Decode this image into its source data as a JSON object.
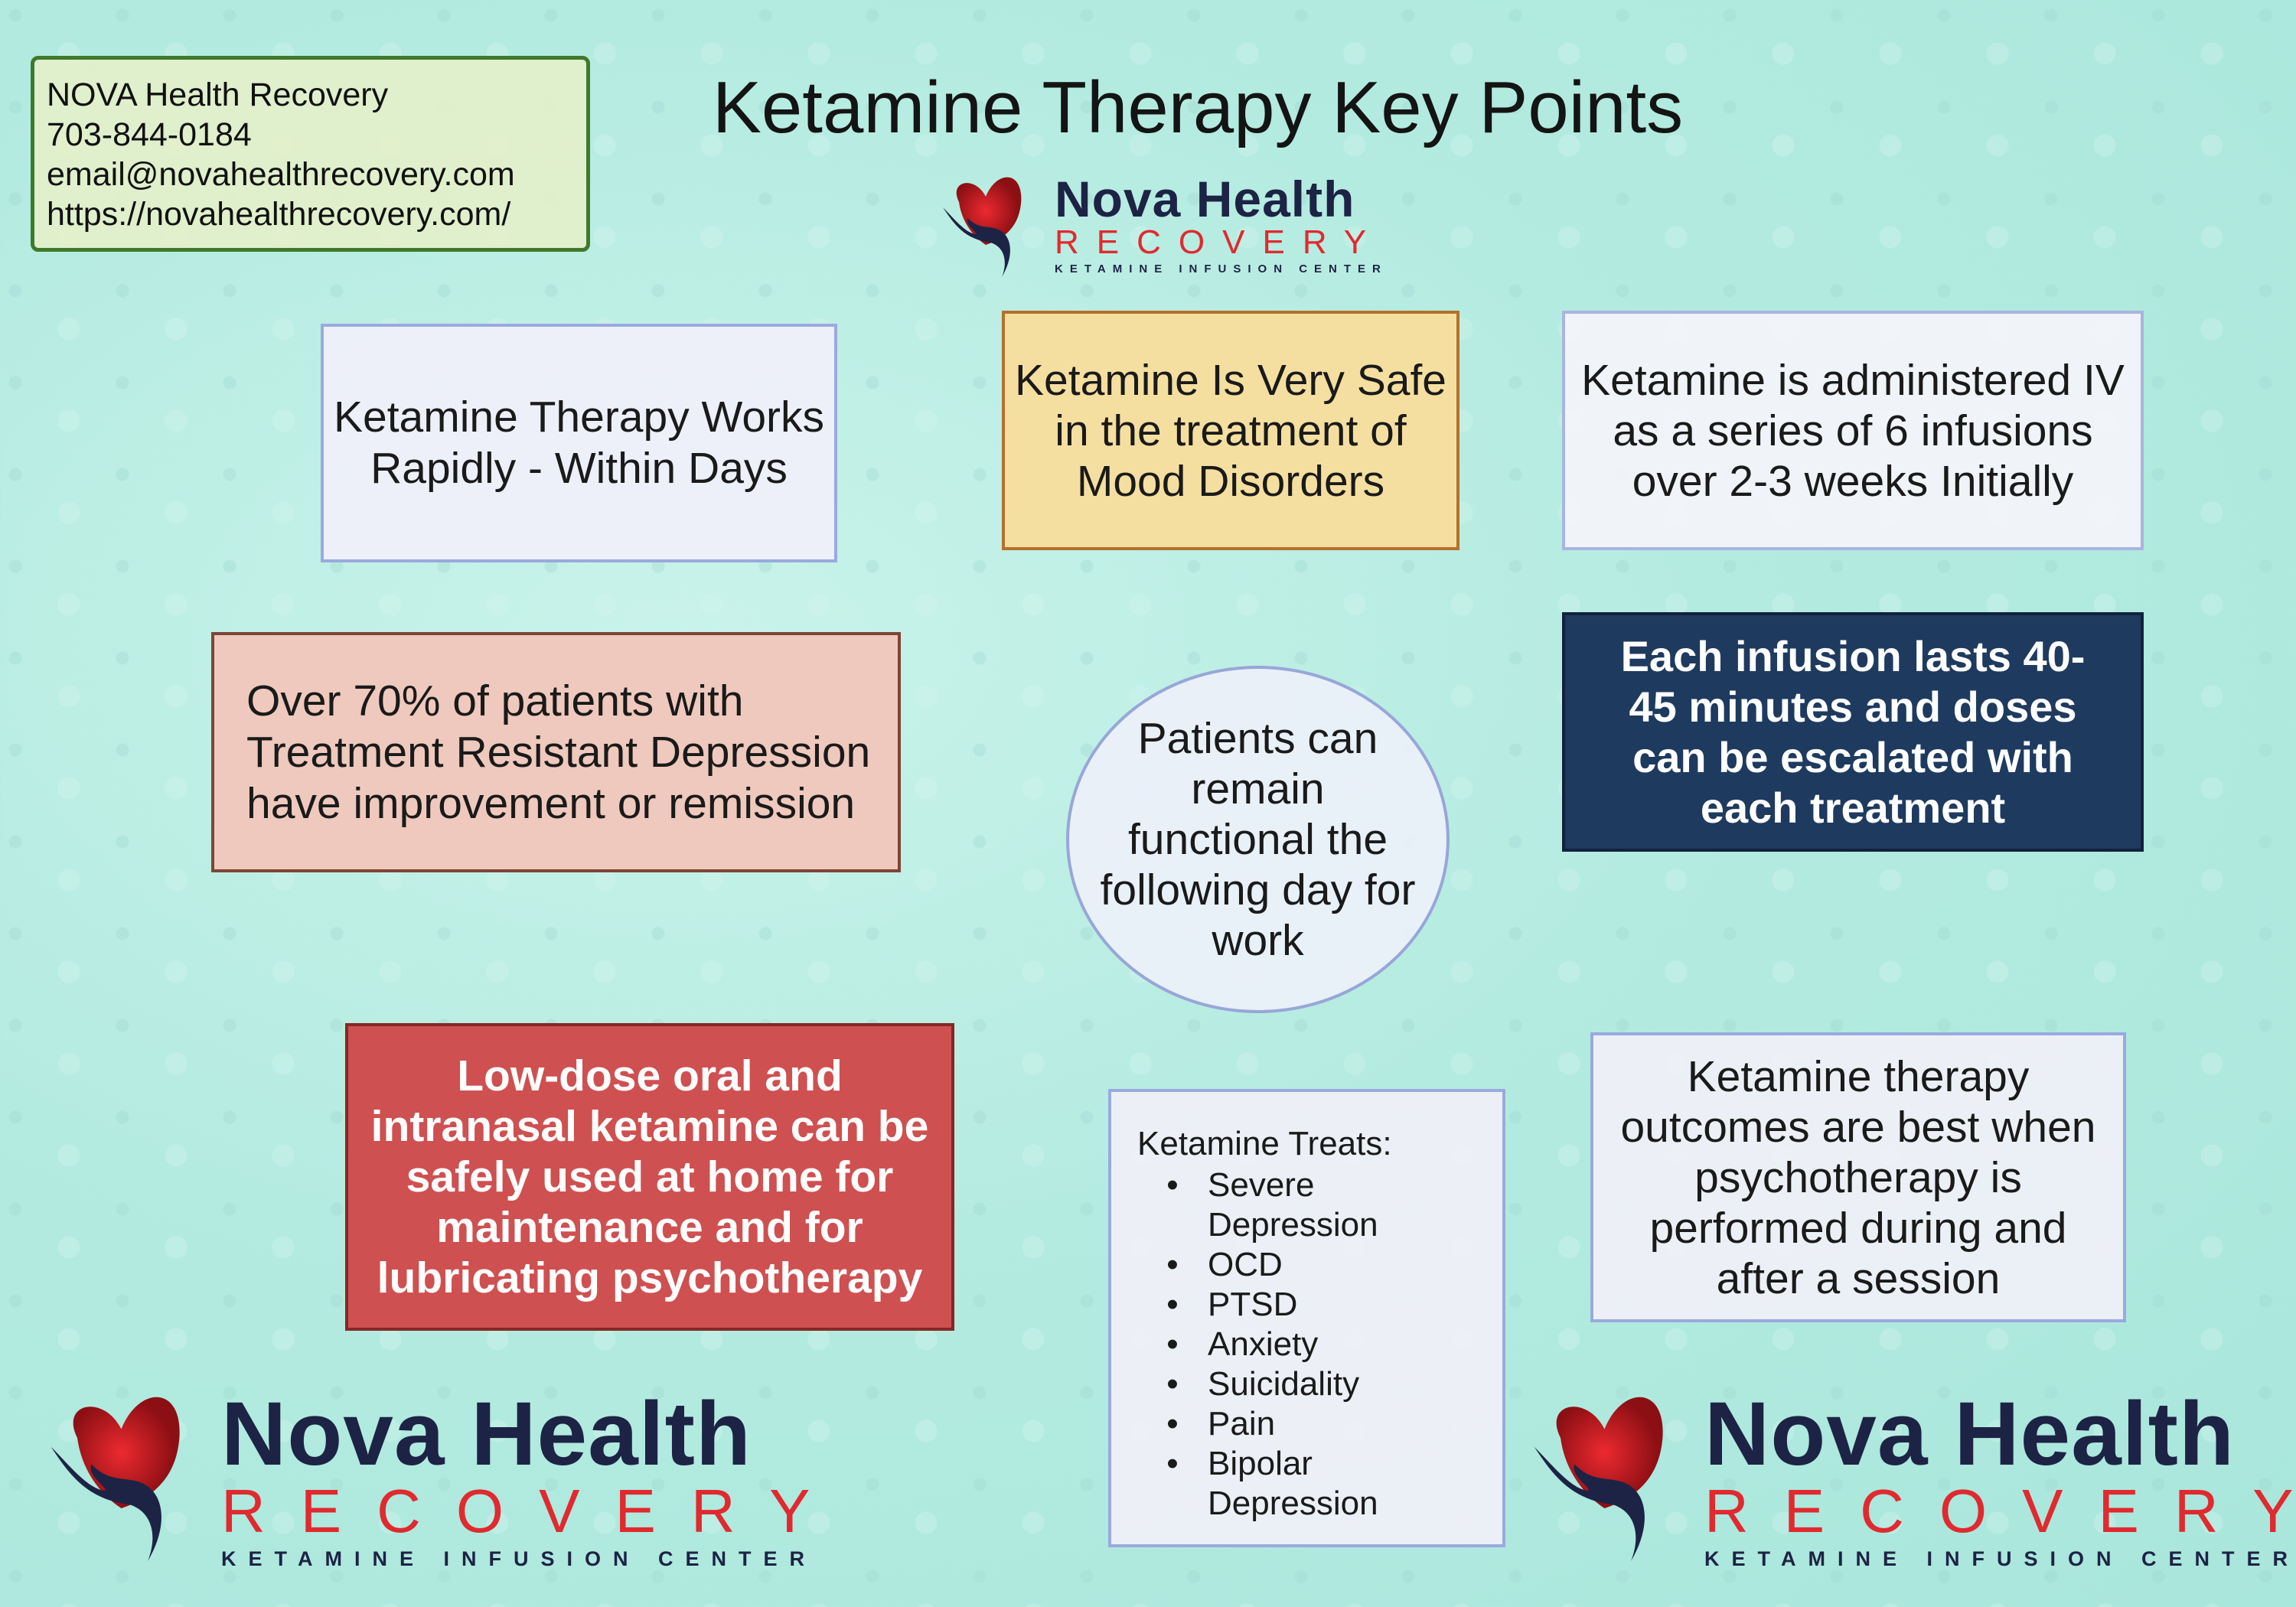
{
  "contact": {
    "name": "NOVA Health Recovery",
    "phone": "703-844-0184",
    "email": "email@novahealthrecovery.com",
    "url": "https://novahealthrecovery.com/"
  },
  "title": "Ketamine Therapy Key Points",
  "logo": {
    "name": "Nova Health",
    "sub": "RECOVERY",
    "tagline": "KETAMINE INFUSION CENTER"
  },
  "colors": {
    "navy": "#1d2345",
    "red": "#e02a2f",
    "background": "#b4ebe0"
  },
  "points": {
    "rapid": "Ketamine Therapy Works Rapidly - Within Days",
    "safe": "Ketamine Is Very Safe in the treatment of Mood Disorders",
    "administered": "Ketamine is administered IV as a series of 6 infusions over 2-3 weeks Initially",
    "improvement": "Over 70% of patients with Treatment Resistant Depression have improvement or remission",
    "functional": "Patients can remain functional the following day for work",
    "infusion": "Each infusion lasts 40-45 minutes and doses can be escalated with each treatment",
    "oral": "Low-dose oral and intranasal ketamine can be safely used at home for maintenance and for lubricating psychotherapy",
    "outcomes": "Ketamine therapy outcomes are best when psychotherapy is performed during and after a session"
  },
  "treats": {
    "heading": "Ketamine Treats:",
    "items": [
      "Severe Depression",
      "OCD",
      "PTSD",
      "Anxiety",
      "Suicidality",
      "Pain",
      "Bipolar Depression"
    ]
  }
}
